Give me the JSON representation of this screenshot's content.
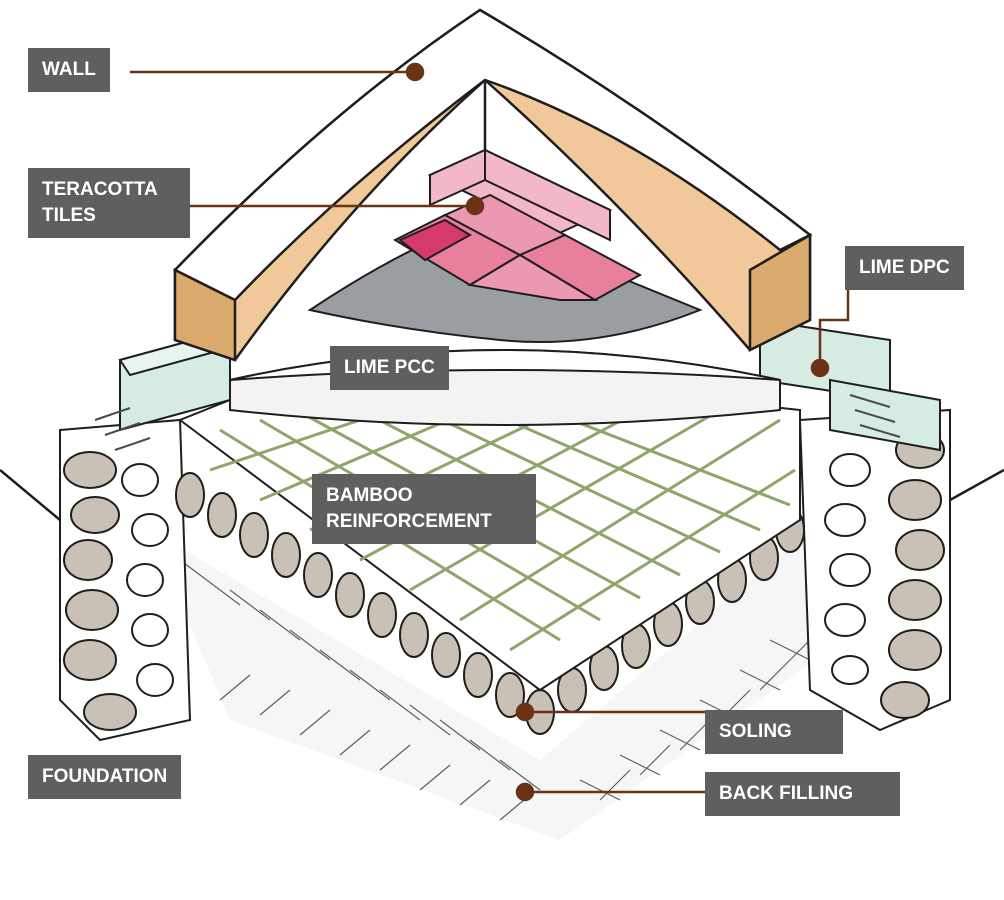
{
  "labels": {
    "wall": "WALL",
    "teracotta_line1": "TERACOTTA",
    "teracotta_line2": "TILES",
    "lime_dpc": "LIME DPC",
    "lime_pcc": "LIME PCC",
    "bamboo_line1": "BAMBOO",
    "bamboo_line2": "REINFORCEMENT",
    "foundation": "FOUNDATION",
    "soling": "SOLING",
    "back_filling": "BACK FILLING"
  },
  "colors": {
    "label_bg": "#5f5f5f",
    "label_text": "#ffffff",
    "leader": "#6b3316",
    "wall_fill": "#f1c89a",
    "wall_top": "#ffffff",
    "tile": "#e8809c",
    "tile_dark": "#d63a6a",
    "pcc": "#9a9ea3",
    "dpc": "#d6ebe2",
    "bamboo": "#8fa56a",
    "stone": "#c9c1b6",
    "ink": "#1e1e1e"
  }
}
